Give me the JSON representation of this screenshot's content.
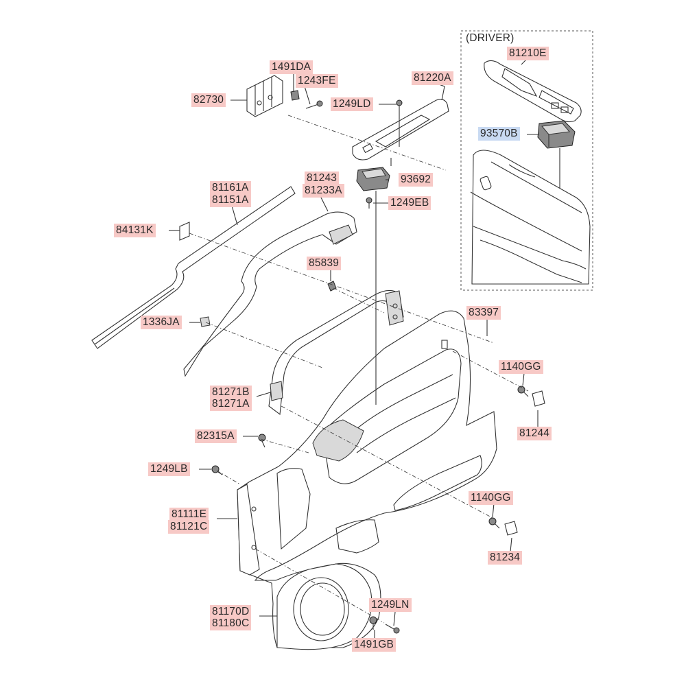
{
  "driver_inset_title": "(DRIVER)",
  "labels": {
    "p1491DA": "1491DA",
    "p1243FE": "1243FE",
    "p82730": "82730",
    "p81220A": "81220A",
    "p1249LD": "1249LD",
    "p81210E": "81210E",
    "p93570B": "93570B",
    "p81243": "81243",
    "p81233A": "81233A",
    "p93692": "93692",
    "p81161A": "81161A",
    "p81151A": "81151A",
    "p1249EB": "1249EB",
    "p84131K": "84131K",
    "p85839": "85839",
    "p1336JA": "1336JA",
    "p83397": "83397",
    "p1140GG_top": "1140GG",
    "p81271B": "81271B",
    "p81271A": "81271A",
    "p81244": "81244",
    "p82315A": "82315A",
    "p1249LB": "1249LB",
    "p1140GG_bot": "1140GG",
    "p81111E": "81111E",
    "p81121C": "81121C",
    "p81234": "81234",
    "p1249LN": "1249LN",
    "p81170D": "81170D",
    "p81180C": "81180C",
    "p1491GB": "1491GB"
  },
  "highlight_color": "#c9daf2",
  "label_color": "#f7c9c6"
}
